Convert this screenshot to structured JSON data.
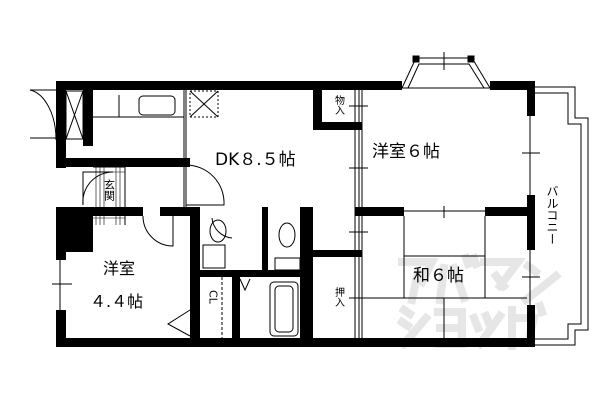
{
  "floorplan": {
    "rooms": {
      "dk": "DK８.５帖",
      "western_large": "洋室６帖",
      "japanese": "和６帖",
      "western_small_name": "洋室",
      "western_small_size": "４.４帖",
      "entrance": "玄関",
      "storage": "物入",
      "closet_futon": "押入",
      "closet": "CL",
      "balcony": "バルコニー"
    },
    "watermark": "アパマンショップ",
    "colors": {
      "wall": "#000000",
      "background": "#ffffff",
      "watermark": "#e6e6e6"
    }
  }
}
